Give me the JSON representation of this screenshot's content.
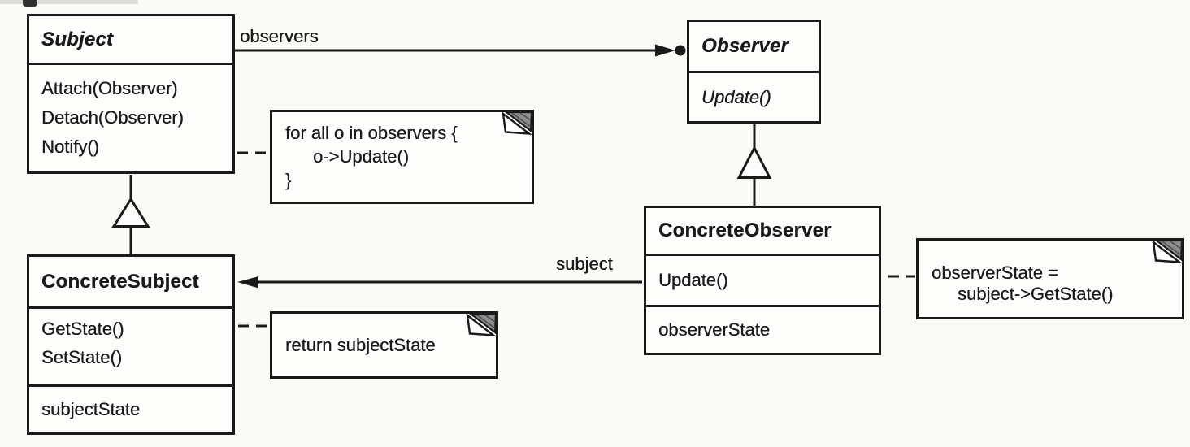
{
  "figure": {
    "kind": "UML class diagram",
    "pattern": "Observer"
  },
  "colors": {
    "background": "#fafaf7",
    "ink": "#1a1a1a",
    "paper": "#fdfdfb",
    "fold_shade": "#8d8d8d"
  },
  "classes": {
    "subject": {
      "name": "Subject",
      "stereotype": "abstract",
      "methods": [
        "Attach(Observer)",
        "Detach(Observer)",
        "Notify()"
      ],
      "attributes": []
    },
    "observer": {
      "name": "Observer",
      "stereotype": "abstract",
      "methods": [
        "Update()"
      ],
      "attributes": []
    },
    "concrete_subject": {
      "name": "ConcreteSubject",
      "stereotype": "concrete",
      "methods": [
        "GetState()",
        "SetState()"
      ],
      "attributes": [
        "subjectState"
      ]
    },
    "concrete_observer": {
      "name": "ConcreteObserver",
      "stereotype": "concrete",
      "methods": [
        "Update()"
      ],
      "attributes": [
        "observerState"
      ]
    }
  },
  "associations": {
    "observers": {
      "label": "observers",
      "from": "Subject",
      "to": "Observer",
      "end": "aggregation-dot-arrow"
    },
    "subject": {
      "label": "subject",
      "from": "ConcreteObserver",
      "to": "ConcreteSubject",
      "end": "arrow"
    }
  },
  "inheritance": [
    {
      "parent": "Subject",
      "child": "ConcreteSubject"
    },
    {
      "parent": "Observer",
      "child": "ConcreteObserver"
    }
  ],
  "notes": {
    "notify": {
      "attached_to": "Subject.Notify()",
      "lines": [
        "for all o in observers {",
        "o->Update()",
        "}"
      ]
    },
    "get_state": {
      "attached_to": "ConcreteSubject.GetState()",
      "lines": [
        "return subjectState"
      ]
    },
    "update": {
      "attached_to": "ConcreteObserver.Update()",
      "lines": [
        "observerState =",
        "subject->GetState()"
      ]
    }
  }
}
